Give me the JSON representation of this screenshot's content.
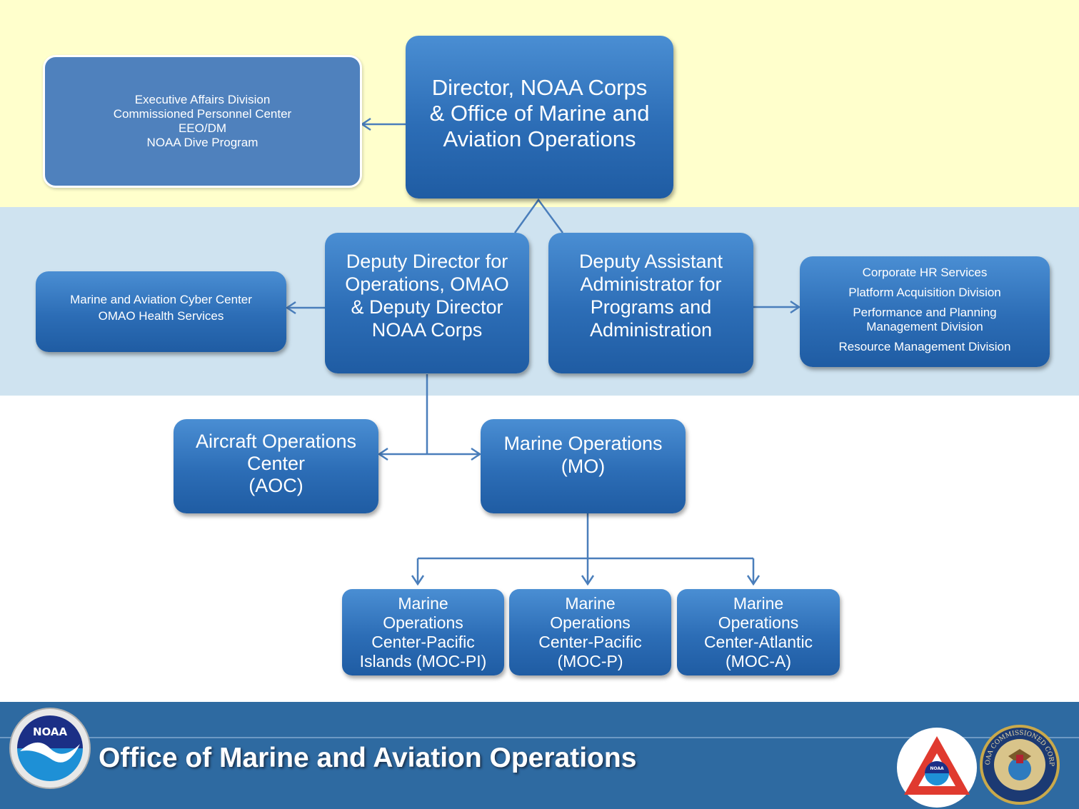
{
  "director": {
    "lines": [
      "Director, NOAA Corps",
      "& Office of Marine and",
      "Aviation Operations"
    ]
  },
  "executive_staff": {
    "lines": [
      "Executive Affairs Division",
      "Commissioned Personnel Center",
      "EEO/DM",
      "NOAA Dive Program"
    ]
  },
  "deputy_ops": {
    "lines": [
      "Deputy Director for",
      "Operations, OMAO",
      "& Deputy Director",
      "NOAA Corps"
    ]
  },
  "deputy_admin": {
    "lines": [
      "Deputy Assistant",
      "Administrator for",
      "Programs and",
      "Administration"
    ]
  },
  "cyber_health": {
    "lines": [
      "Marine and  Aviation Cyber Center",
      "OMAO Health Services"
    ]
  },
  "admin_divisions": {
    "lines": [
      "Corporate HR Services",
      "Platform Acquisition Division",
      "Performance and Planning",
      "Management Division",
      "Resource Management Division"
    ]
  },
  "aoc": {
    "lines": [
      "Aircraft Operations",
      "Center",
      "(AOC)"
    ]
  },
  "mo": {
    "lines": [
      "Marine Operations",
      "(MO)"
    ]
  },
  "moc_pi": {
    "lines": [
      "Marine",
      "Operations",
      "Center-Pacific",
      "Islands (MOC-PI)"
    ]
  },
  "moc_p": {
    "lines": [
      "Marine",
      "Operations",
      "Center-Pacific",
      "(MOC-P)"
    ]
  },
  "moc_a": {
    "lines": [
      "Marine",
      "Operations",
      "Center-Atlantic",
      "(MOC-A)"
    ]
  },
  "footer": {
    "title": "Office of Marine and Aviation Operations",
    "noaa_logo_text": "NOAA",
    "omao_logo_text": "NOAA",
    "corps_seal_text": "NOAA COMMISSIONED CORPS"
  },
  "colors": {
    "band_top": "#ffffcc",
    "band_middle": "#cfe3f0",
    "box": "#2c6db6",
    "footer": "#2e6aa1",
    "connector": "#4a7ebb"
  }
}
